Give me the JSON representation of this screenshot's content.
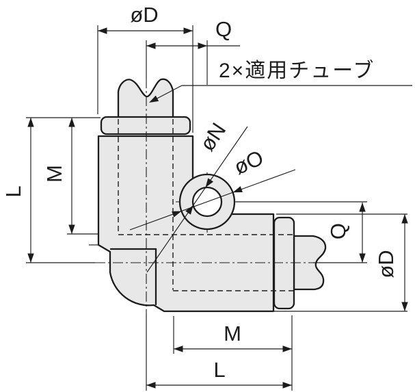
{
  "drawing": {
    "type": "engineering-dimension-drawing",
    "note": "2×適用チューブ",
    "dimension_labels": {
      "outer_diameter": "øD",
      "q_offset": "Q",
      "insertion_depth": "M",
      "overall_length": "L",
      "inner_bore_diameter": "øN",
      "boss_diameter": "øO"
    },
    "colors": {
      "line": "#1c1c1c",
      "body_fill": "#e8e8e8",
      "bore_fill": "#ffffff",
      "background": "#ffffff"
    }
  }
}
